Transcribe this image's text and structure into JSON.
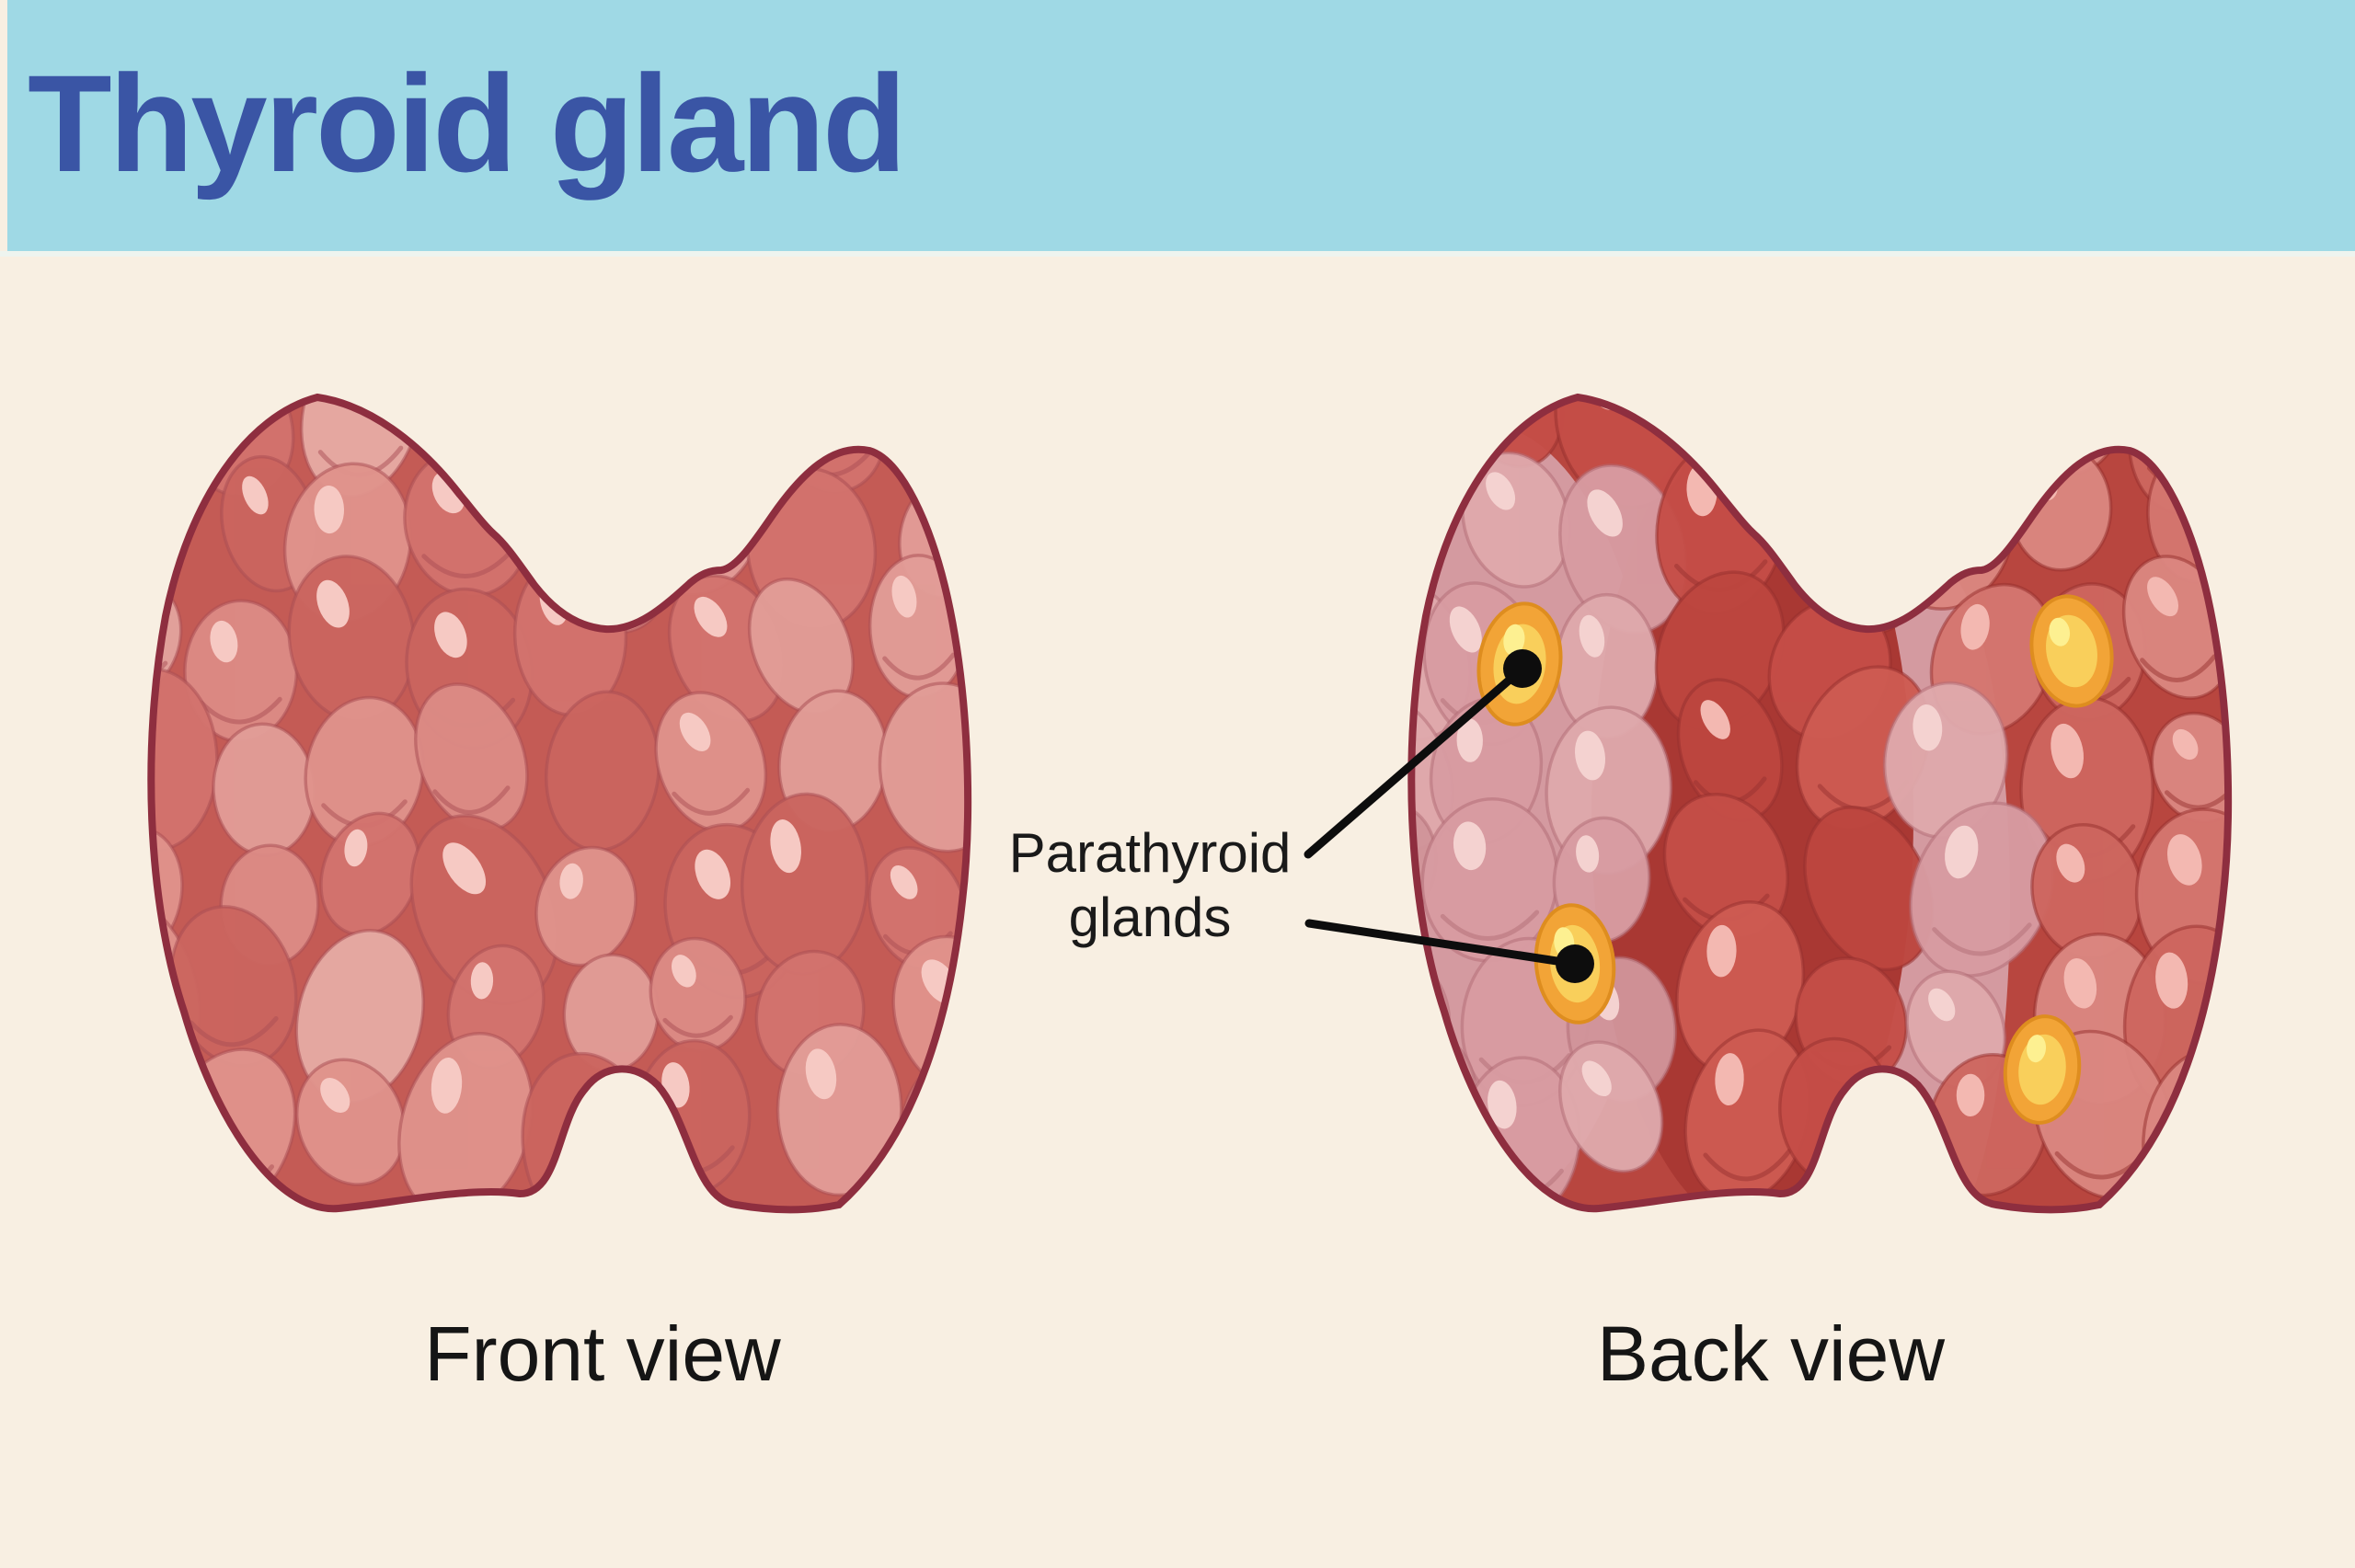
{
  "header": {
    "title": "Thyroid gland"
  },
  "diagram": {
    "front": {
      "caption": "Front view"
    },
    "back": {
      "caption": "Back view"
    },
    "annotation": {
      "label": "Parathyroid\nglands",
      "points_to": [
        "upper-left parathyroid gland",
        "lower-left parathyroid gland"
      ]
    },
    "parathyroid_gland_positions": [
      "upper-left",
      "lower-left",
      "upper-right",
      "lower-right"
    ]
  },
  "palette": {
    "header_bg": "#9FD9E5",
    "title_color": "#3A55A5",
    "body_bg": "#F8EFE2",
    "divider": "#EEF4EF",
    "outline": "#8E2E3F",
    "label_text": "#1A1A1A",
    "leader_line": "#0D0D0D",
    "front": {
      "base": "#C45B55",
      "bumps": [
        "#DC8B85",
        "#E29D97",
        "#D3736E",
        "#CB655F",
        "#E0938C"
      ],
      "light_bumps": [
        "#E2A49E",
        "#E6ABA4"
      ],
      "stroke": "#A94E53",
      "highlight": "#F6C9C3"
    },
    "back": {
      "base": "#B8463F",
      "center_base": "#A93833",
      "left_base": "#D49AA0",
      "center_bumps": [
        "#C54E47",
        "#CE5B52",
        "#BD463F"
      ],
      "left_bumps": [
        "#D89CA2",
        "#DFA9AC",
        "#D1949A"
      ],
      "right_bumps": [
        "#DB8781",
        "#D57670",
        "#CE665F"
      ],
      "stroke_dark": "#98322F",
      "stroke_light": "#B26E76",
      "highlight": "#F3B8B1",
      "highlight_light": "#F4D2D0"
    },
    "parathyroid": {
      "outer": "#F2A437",
      "edge": "#DE8D1F",
      "inner": "#F9CF5B",
      "shine": "#FDF091"
    }
  }
}
